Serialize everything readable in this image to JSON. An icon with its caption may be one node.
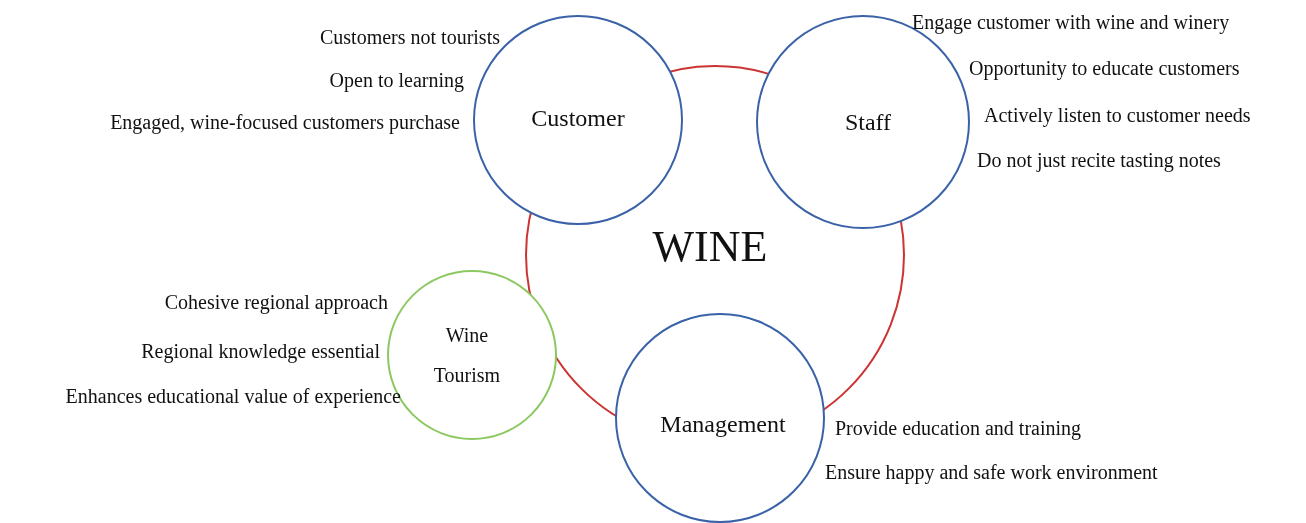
{
  "diagram": {
    "nodes": [
      {
        "text": [
          "WINE"
        ]
      },
      {
        "text": [
          "Customer"
        ],
        "beside": [
          "Customers not tourists",
          "Open to learning",
          "Engaged, wine-focused customers purchase"
        ]
      },
      {
        "text": [
          "Staff"
        ],
        "beside": [
          "Engage customer with wine and winery",
          "Opportunity to educate customers",
          "Actively listen to customer needs",
          "Do not just recite tasting notes"
        ]
      },
      {
        "text": [
          "Wine Tourism"
        ],
        "beside": [
          "Cohesive regional approach",
          "Regional knowledge essential",
          "Enhances educational value of experience"
        ]
      },
      {
        "text": [
          "Management"
        ],
        "beside": [
          "Provide education and training",
          "Ensure happy and safe work environment"
        ]
      }
    ]
  }
}
